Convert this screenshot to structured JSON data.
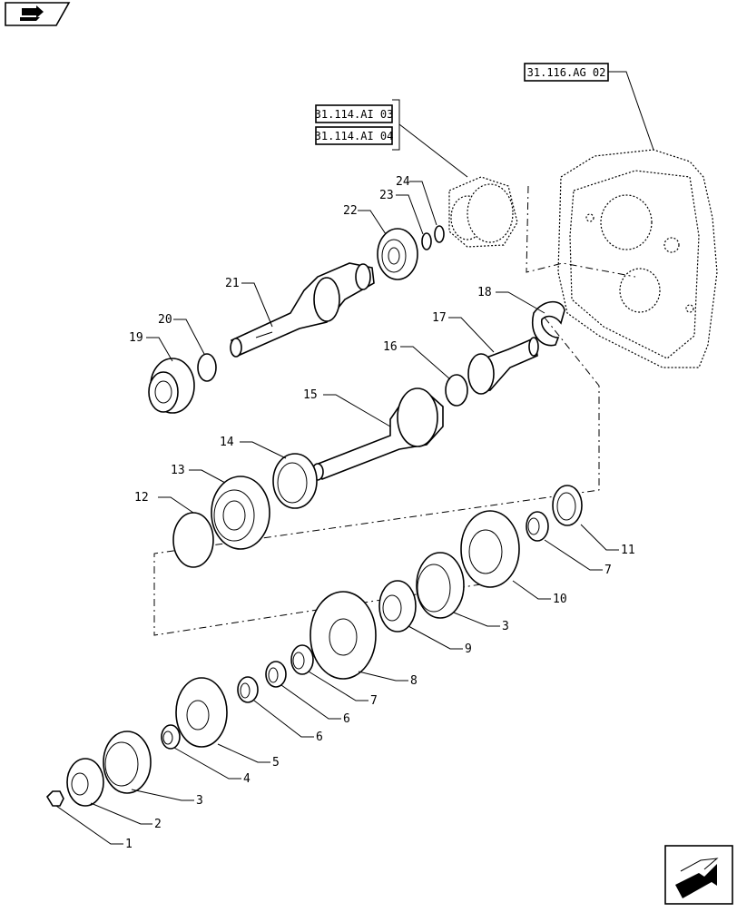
{
  "refs": {
    "housing": "31.116.AG 02",
    "ref_a": "31.114.AI 03",
    "ref_b": "31.114.AI 04"
  },
  "callouts": [
    "1",
    "2",
    "3",
    "4",
    "5",
    "6",
    "6",
    "7",
    "8",
    "9",
    "3",
    "10",
    "7",
    "11",
    "12",
    "13",
    "14",
    "15",
    "16",
    "17",
    "18",
    "19",
    "20",
    "21",
    "22",
    "23",
    "24"
  ],
  "icons": {
    "top_left": "book-arrow-icon",
    "bottom_right": "next-page-arrow-icon"
  }
}
